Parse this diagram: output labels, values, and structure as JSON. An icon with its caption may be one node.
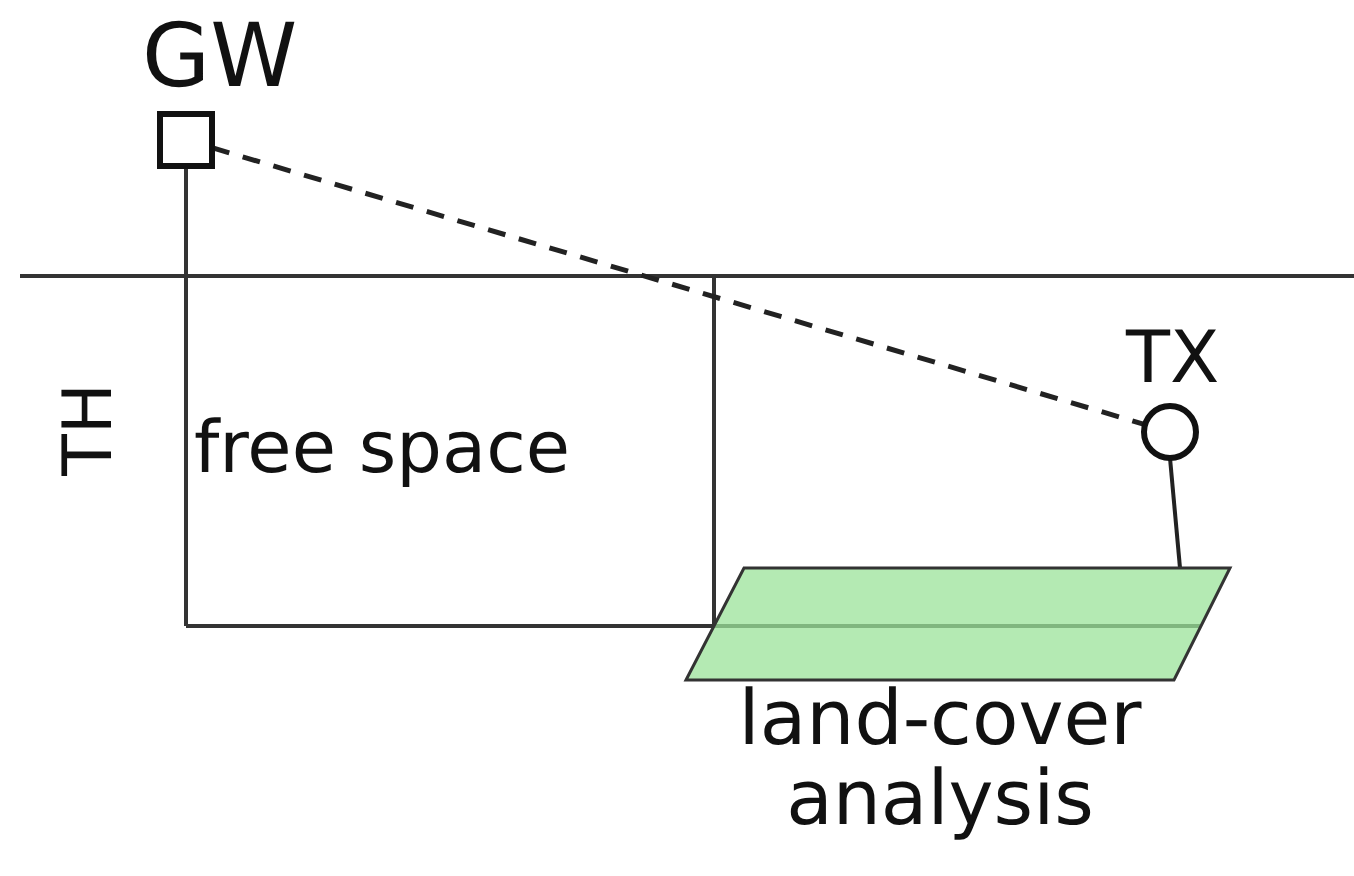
{
  "diagram": {
    "nodes": [
      {
        "text": [
          "GW"
        ]
      },
      {
        "text": [
          "TX"
        ]
      },
      {
        "text": [
          "land-cover analysis"
        ]
      }
    ],
    "edges": [
      {
        "from": 0,
        "to": 1,
        "arrow": "none",
        "style": "dashed"
      },
      {
        "from": 1,
        "to": 2,
        "arrow": "none"
      }
    ],
    "labels": [
      "TH",
      "free space"
    ]
  }
}
